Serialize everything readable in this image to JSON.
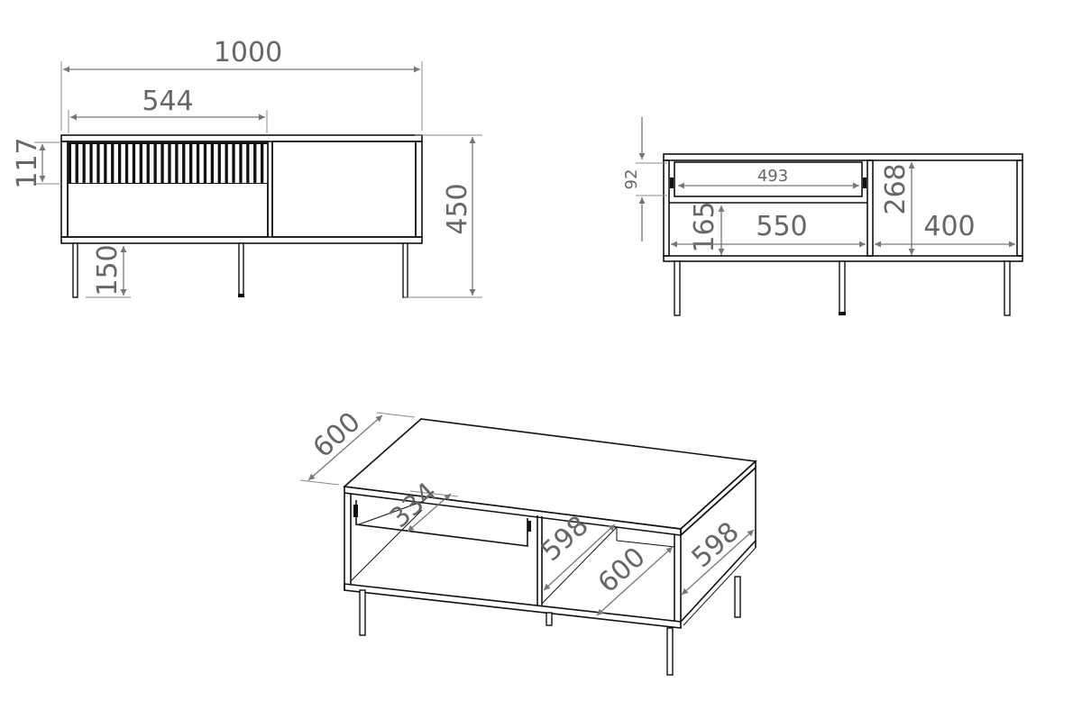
{
  "drawing": {
    "front_view": {
      "dims": {
        "total_width": "1000",
        "drawer_width": "544",
        "drawer_height": "117",
        "total_height": "450",
        "leg_height": "150"
      }
    },
    "front_open_view": {
      "dims": {
        "drawer_inner_height": "92",
        "drawer_inner_width": "493",
        "shelf_height": "165",
        "left_compartment_width": "550",
        "right_compartment_height": "268",
        "right_compartment_width": "400"
      }
    },
    "iso_view": {
      "dims": {
        "depth": "600",
        "drawer_depth": "334",
        "left_inner_depth": "598",
        "right_compartment_depth": "600",
        "side_depth": "598"
      }
    },
    "colors": {
      "line": "#111111",
      "dimension": "#777777"
    }
  }
}
